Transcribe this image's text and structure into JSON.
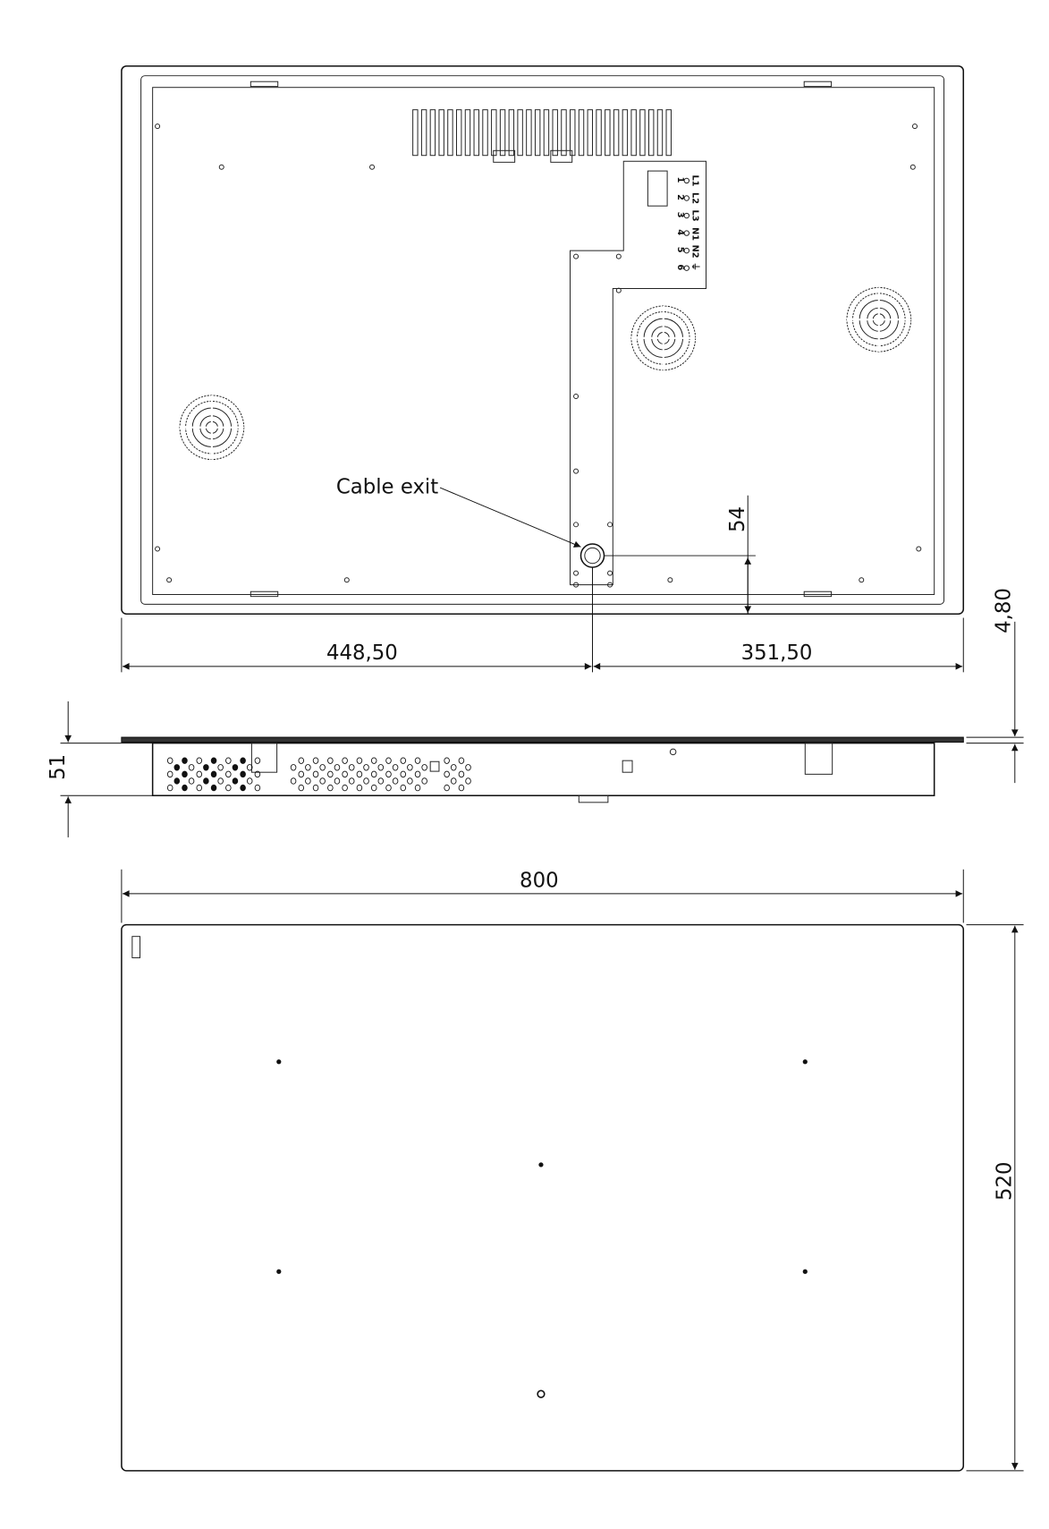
{
  "drawing": {
    "callout": "Cable exit",
    "dimensions": {
      "left_offset": "448,50",
      "right_offset": "351,50",
      "cable_height": "54",
      "glass_thickness": "4,80",
      "depth": "51",
      "width": "800",
      "height": "520"
    },
    "terminals": [
      "L1",
      "L2",
      "L3",
      "N1",
      "N2"
    ],
    "terminal_numbers": [
      "1",
      "2",
      "3",
      "4",
      "5",
      "6"
    ]
  }
}
